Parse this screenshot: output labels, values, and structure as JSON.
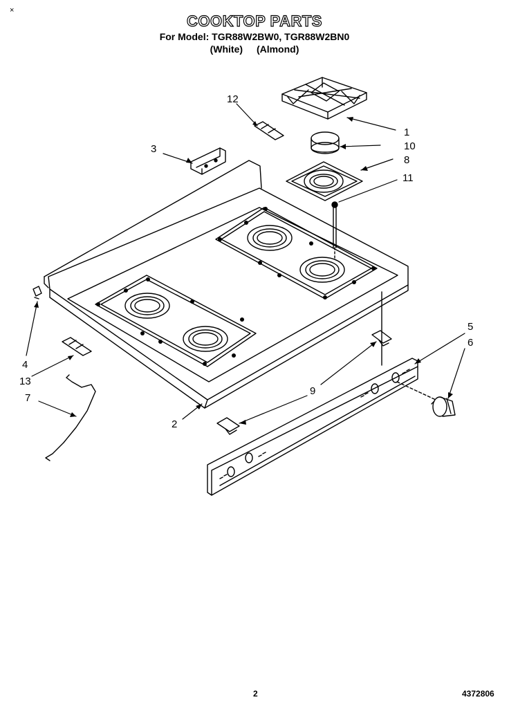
{
  "header": {
    "corner_mark": "×",
    "title": "COOKTOP PARTS",
    "model_line": "For Model: TGR88W2BW0, TGR88W2BN0",
    "color_white": "(White)",
    "color_almond": "(Almond)"
  },
  "callouts": [
    "1",
    "10",
    "8",
    "11",
    "12",
    "3",
    "5",
    "6",
    "9",
    "4",
    "13",
    "7",
    "2"
  ],
  "footer": {
    "page_number": "2",
    "doc_number": "4372806"
  }
}
